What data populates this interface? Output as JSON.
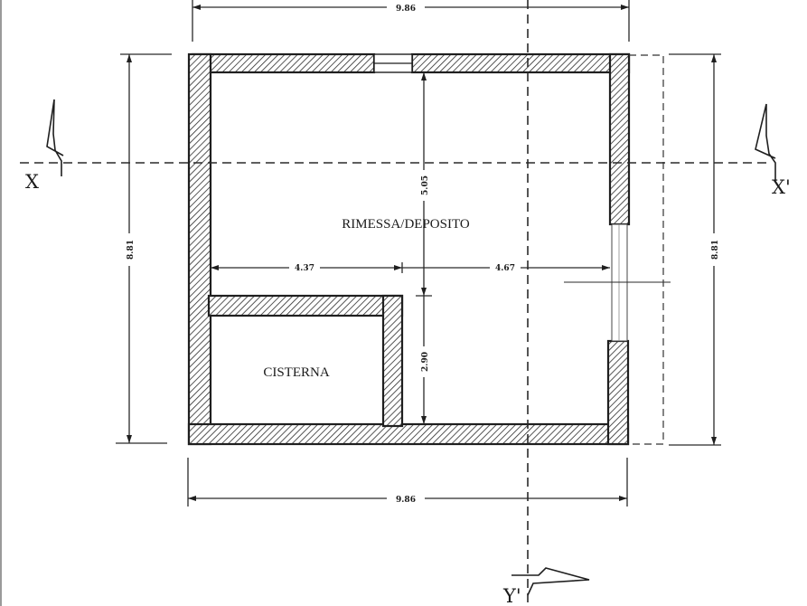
{
  "plan": {
    "rooms": {
      "main": "RIMESSA/DEPOSITO",
      "cistern": "CISTERNA"
    },
    "dimensions": {
      "top_width": "9.86",
      "bottom_width": "9.86",
      "left_height": "8.81",
      "right_height": "8.81",
      "inner_height_upper": "5.05",
      "inner_height_lower": "2.90",
      "inner_width_left": "4.37",
      "inner_width_right": "4.67"
    },
    "section_labels": {
      "x_left": "X",
      "x_right": "X'",
      "y_bottom": "Y'"
    }
  }
}
